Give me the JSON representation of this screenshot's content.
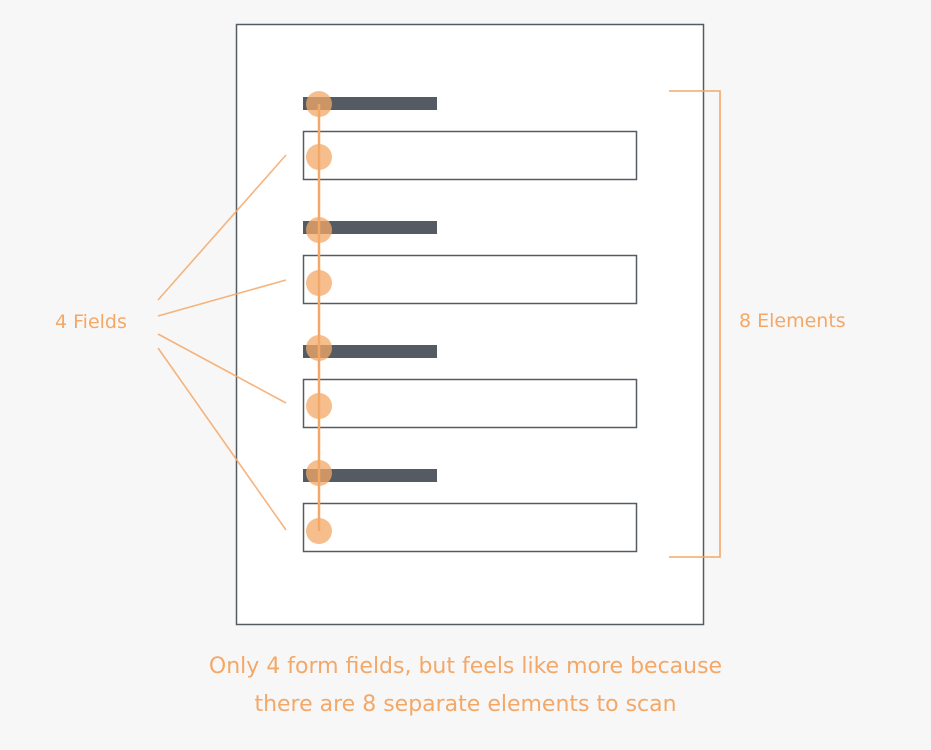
{
  "annotations": {
    "fields_label": "4 Fields",
    "elements_label": "8 Elements"
  },
  "caption": {
    "line1": "Only 4 form fields, but feels like more because",
    "line2": "there are 8 separate elements to scan"
  },
  "colors": {
    "accent": "#f4a867",
    "label_bar": "#545b63",
    "outline": "#545b63",
    "background": "#f7f7f7",
    "page": "#ffffff"
  },
  "form": {
    "field_count": 4,
    "element_count": 8
  }
}
